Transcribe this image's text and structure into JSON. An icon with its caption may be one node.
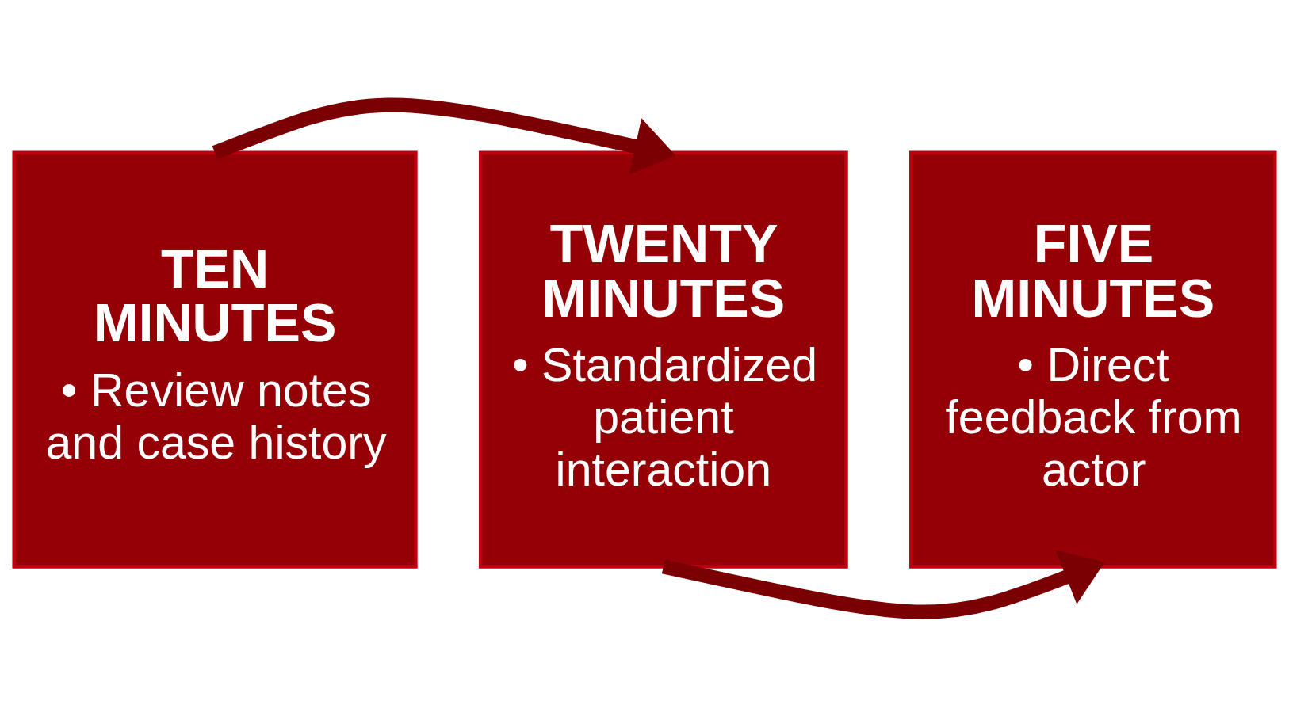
{
  "diagram": {
    "nodes": [
      {
        "text": [
          "TEN MINUTES",
          "• Review notes and case history"
        ]
      },
      {
        "text": [
          "TWENTY MINUTES",
          "• Standardized patient interaction"
        ]
      },
      {
        "text": [
          "FIVE MINUTES",
          "• Direct feedback from actor"
        ]
      }
    ],
    "edges": [
      {
        "from": 0,
        "to": 1,
        "arrow": "to"
      },
      {
        "from": 1,
        "to": 2,
        "arrow": "to"
      }
    ]
  }
}
